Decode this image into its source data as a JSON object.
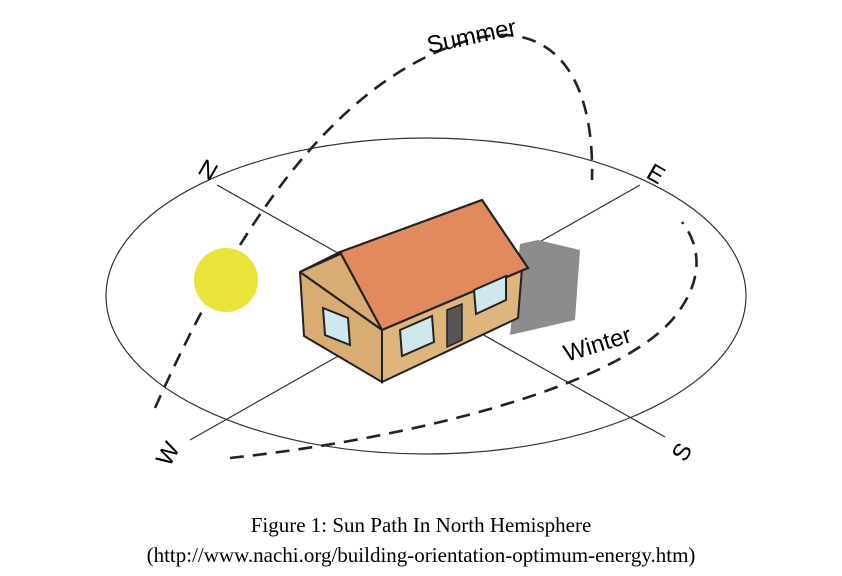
{
  "diagram": {
    "directions": {
      "north": "N",
      "east": "E",
      "south": "S",
      "west": "W"
    },
    "paths": {
      "summer": "Summer",
      "winter": "Winter"
    },
    "colors": {
      "roof": "#e08a5e",
      "wall_front": "#dfb57e",
      "wall_side": "#d9ac73",
      "shadow": "#8c8c8c",
      "sun": "#e8e43a",
      "window": "#cfe8ee",
      "door": "#555555"
    }
  },
  "caption": {
    "line1": "Figure 1: Sun Path In North Hemisphere",
    "line2": "(http://www.nachi.org/building-orientation-optimum-energy.htm)"
  }
}
